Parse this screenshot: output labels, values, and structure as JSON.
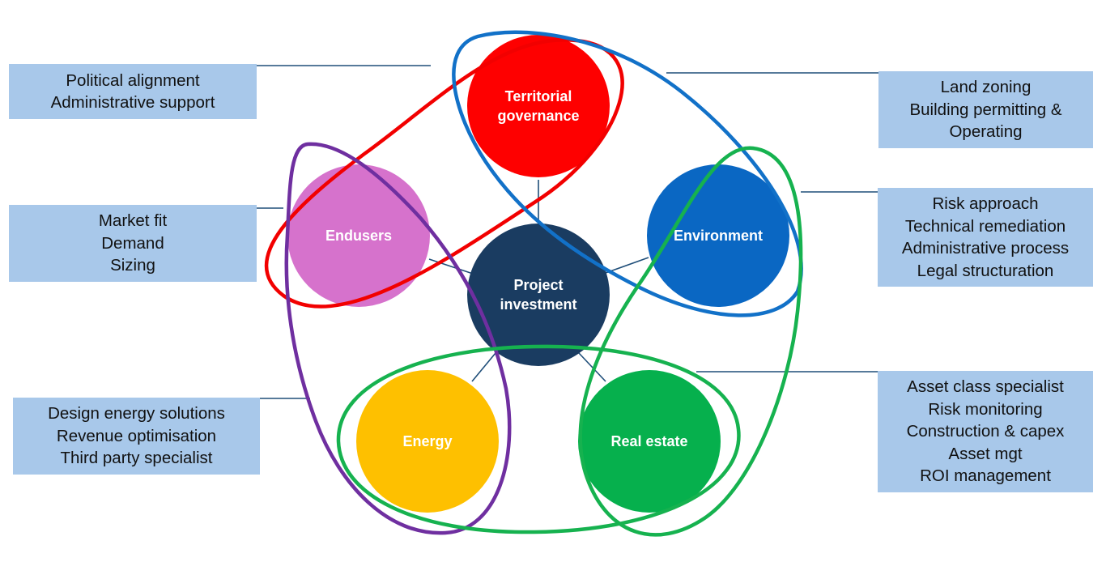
{
  "colors": {
    "governance": "#fe0000",
    "endusers": "#d672cc",
    "environment": "#0a67c3",
    "energy": "#fec000",
    "real_estate": "#06b04d",
    "center": "#1a3c61",
    "connector": "#1f4e79",
    "box_fill": "#a8c8ea",
    "loop_red": "#f20000",
    "loop_blue": "#1271c8",
    "loop_green": "#16b24f",
    "loop_purple": "#6f2fa0"
  },
  "center": {
    "lines": [
      "Project",
      "investment"
    ]
  },
  "nodes": {
    "governance": {
      "lines": [
        "Territorial",
        "governance"
      ]
    },
    "endusers": {
      "lines": [
        "Endusers"
      ]
    },
    "environment": {
      "lines": [
        "Environment"
      ]
    },
    "energy": {
      "lines": [
        "Energy"
      ]
    },
    "real_estate": {
      "lines": [
        "Real estate"
      ]
    }
  },
  "boxes": {
    "political": [
      "Political alignment",
      "Administrative support"
    ],
    "market": [
      "Market fit",
      "Demand",
      "Sizing"
    ],
    "energy": [
      "Design energy solutions",
      "Revenue optimisation",
      "Third party specialist"
    ],
    "land": [
      "Land zoning",
      "Building permitting &",
      "Operating"
    ],
    "risk": [
      "Risk approach",
      "Technical remediation",
      "Administrative process",
      "Legal structuration"
    ],
    "asset": [
      "Asset class specialist",
      "Risk monitoring",
      "Construction &  capex",
      "Asset mgt",
      "ROI management"
    ]
  }
}
